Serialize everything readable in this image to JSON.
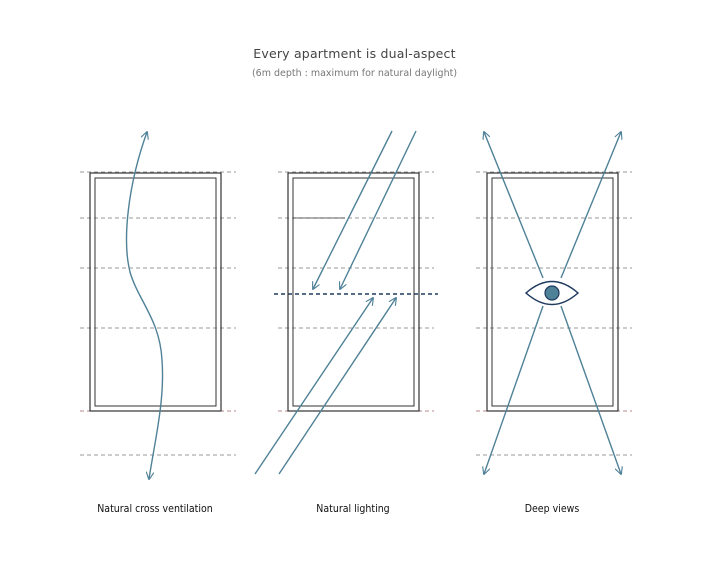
{
  "heading": {
    "title": "Every apartment is dual-aspect",
    "subtitle": "(6m depth : maximum for natural daylight)"
  },
  "panels": [
    {
      "caption": "Natural cross ventilation",
      "icon": "wavy-double-arrow"
    },
    {
      "caption": "Natural lighting",
      "icon": "parallel-light-arrows"
    },
    {
      "caption": "Deep views",
      "icon": "eye-icon"
    }
  ],
  "colors": {
    "arrow": "#4f8197",
    "frame": "#333333",
    "dashed_gray": "#999999",
    "dashed_red": "#b98a8a",
    "dashed_navy": "#1f3a5f",
    "eye_iris": "#4f8197"
  }
}
